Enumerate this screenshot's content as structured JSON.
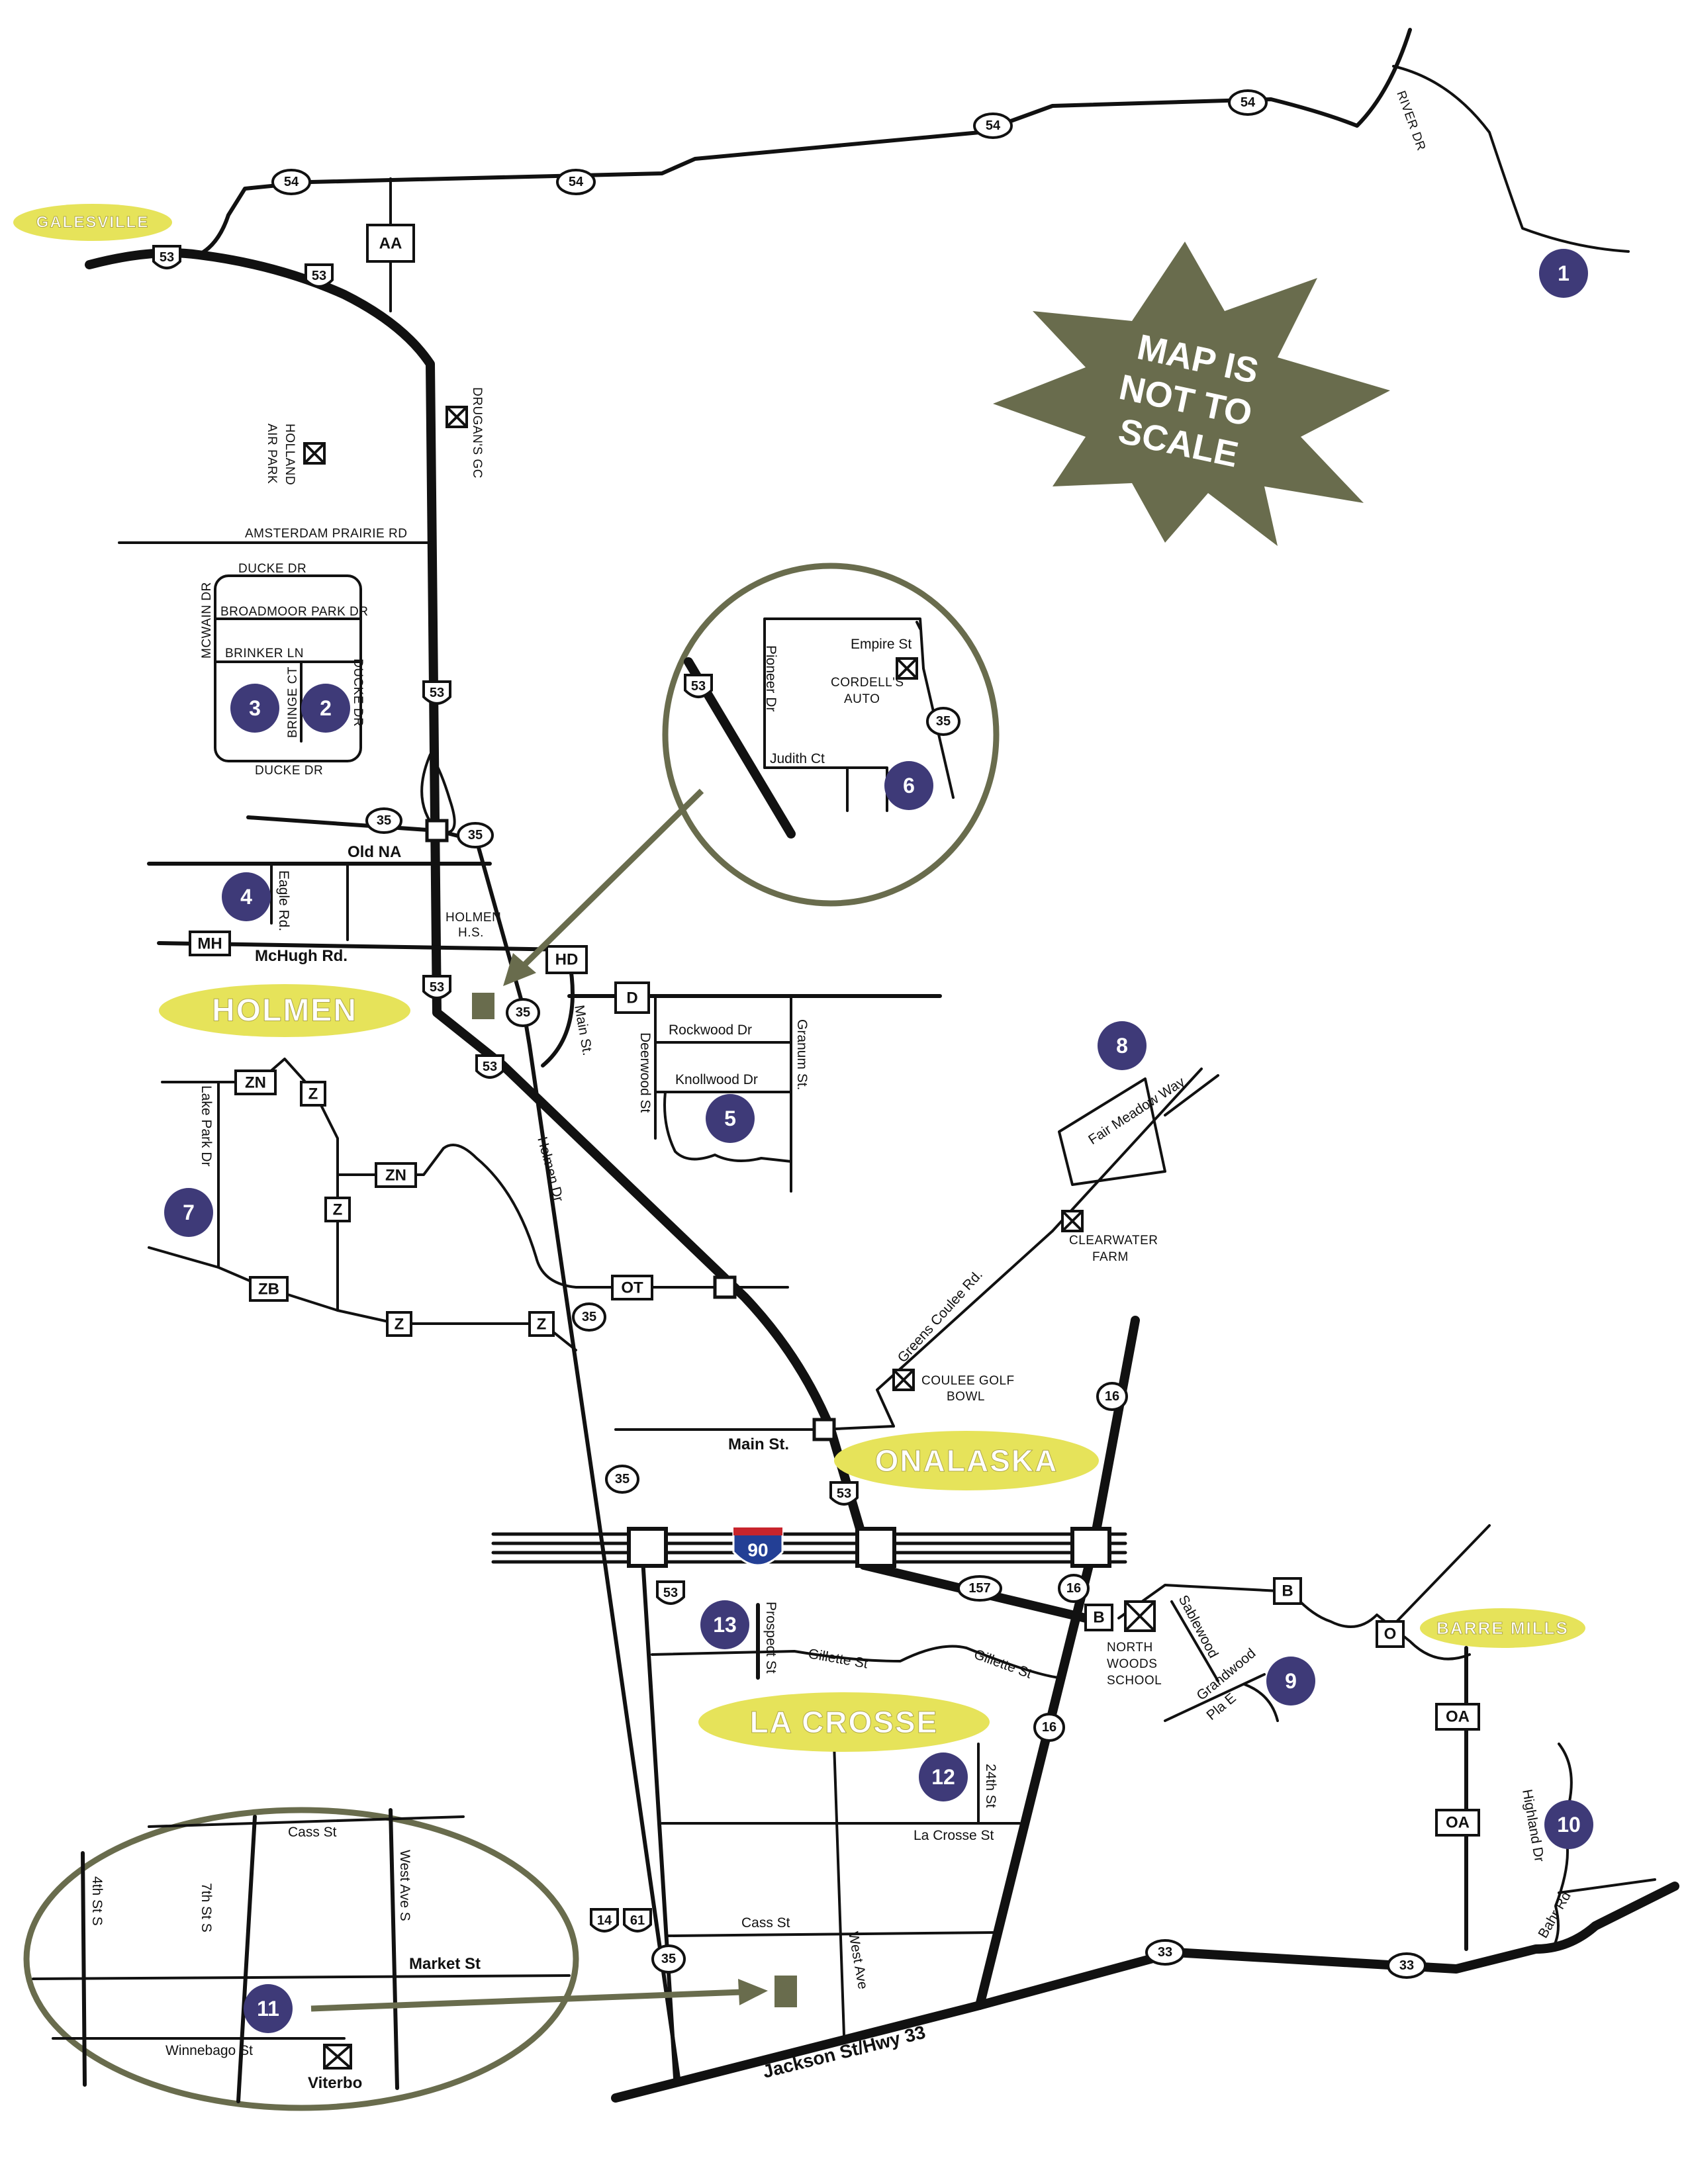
{
  "colors": {
    "marker": "#3e3a78",
    "town_fill": "#e6e35a",
    "note_star": "#696c4d",
    "callout": "#696c4d",
    "interstate_red": "#c8242c",
    "interstate_blue": "#233f95"
  },
  "note": {
    "lines": [
      "MAP IS",
      "NOT TO",
      "SCALE"
    ]
  },
  "towns": {
    "galesville": "GALESVILLE",
    "holmen": "HOLMEN",
    "onalaska": "ONALASKA",
    "la_crosse": "LA CROSSE",
    "barre_mills": "BARRE MILLS"
  },
  "shields": {
    "h54": "54",
    "h53": "53",
    "h35": "35",
    "h16": "16",
    "h157": "157",
    "h33": "33",
    "h14": "14",
    "h61": "61",
    "i90": "90"
  },
  "county_roads": {
    "aa": "AA",
    "hd": "HD",
    "d": "D",
    "mh": "MH",
    "zn": "ZN",
    "z": "Z",
    "zb": "ZB",
    "ot": "OT",
    "b": "B",
    "o": "O",
    "oa": "OA"
  },
  "streets": {
    "river_dr": "RIVER DR",
    "drugans_gc": "DRUGAN'S GC",
    "holland_air_park_1": "HOLLAND",
    "holland_air_park_2": "AIR PARK",
    "amsterdam_prairie_rd": "AMSTERDAM PRAIRIE RD",
    "ducke_dr": "DUCKE DR",
    "broadmoor_park_dr": "BROADMOOR PARK DR",
    "mcwain_dr": "MCWAIN DR",
    "brinker_ln": "BRINKER LN",
    "bringe_ct": "BRINGE CT",
    "ducke_dr_side": "DUCKE DR",
    "ducke_dr_bottom": "DUCKE DR",
    "old_na": "Old NA",
    "eagle_rd": "Eagle Rd.",
    "holmen_hs_1": "HOLMEN",
    "holmen_hs_2": "H.S.",
    "mchugh_rd": "McHugh Rd.",
    "main_st_holmen": "Main St.",
    "deerwood_st": "Deerwood St",
    "rockwood_dr": "Rockwood Dr",
    "granum_st": "Granum St.",
    "knollwood_dr": "Knollwood Dr",
    "lake_park_dr": "Lake Park Dr",
    "holmen_dr": "Holmen Dr",
    "fair_meadow_way": "Fair Meadow Way",
    "clearwater_farm_1": "CLEARWATER",
    "clearwater_farm_2": "FARM",
    "greens_coulee_rd": "Greens Coulee Rd.",
    "coulee_golf_bowl_1": "COULEE GOLF",
    "coulee_golf_bowl_2": "BOWL",
    "main_st_onalaska": "Main St.",
    "prospect_st": "Prospect St",
    "gillette_st_1": "Gillette St",
    "gillette_st_2": "Gillette St",
    "sablewood": "Sablewood",
    "grandwood": "Grandwood",
    "pla_e": "Pla E",
    "north_woods_school_1": "NORTH",
    "north_woods_school_2": "WOODS",
    "north_woods_school_3": "SCHOOL",
    "24th_st": "24th St",
    "la_crosse_st": "La Crosse St",
    "cass_st": "Cass St",
    "west_ave": "West Ave",
    "jackson_st": "Jackson St/Hwy 33",
    "highland_dr": "Highland Dr",
    "bahr_rd": "Bahr Rd"
  },
  "inset_6": {
    "empire_st": "Empire St",
    "cordells_auto_1": "CORDELL'S",
    "cordells_auto_2": "AUTO",
    "pioneer_dr": "Pioneer Dr",
    "judith_ct": "Judith Ct"
  },
  "inset_11": {
    "cass_st": "Cass St",
    "4th_st_s": "4th St S",
    "7th_st_s": "7th St S",
    "west_ave_s": "West Ave S",
    "market_st": "Market St",
    "winnebago_st": "Winnebago St",
    "viterbo": "Viterbo"
  },
  "markers": [
    "1",
    "2",
    "3",
    "4",
    "5",
    "6",
    "7",
    "8",
    "9",
    "10",
    "11",
    "12",
    "13"
  ]
}
